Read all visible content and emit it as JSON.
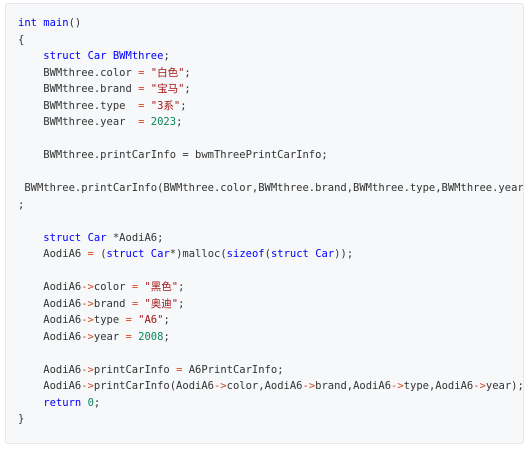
{
  "code": {
    "lines": [
      {
        "tokens": [
          {
            "t": "int",
            "c": "kw"
          },
          {
            "t": " ",
            "c": ""
          },
          {
            "t": "main",
            "c": "kw"
          },
          {
            "t": "()",
            "c": ""
          }
        ]
      },
      {
        "tokens": [
          {
            "t": "{",
            "c": ""
          }
        ]
      },
      {
        "tokens": [
          {
            "t": "    ",
            "c": ""
          },
          {
            "t": "struct",
            "c": "kw"
          },
          {
            "t": " ",
            "c": ""
          },
          {
            "t": "Car",
            "c": "kw"
          },
          {
            "t": " ",
            "c": ""
          },
          {
            "t": "BWMthree",
            "c": "kw"
          },
          {
            "t": ";",
            "c": ""
          }
        ]
      },
      {
        "tokens": [
          {
            "t": "    BWMthree.color ",
            "c": ""
          },
          {
            "t": "=",
            "c": "op"
          },
          {
            "t": " ",
            "c": ""
          },
          {
            "t": "\"白色\"",
            "c": "str"
          },
          {
            "t": ";",
            "c": ""
          }
        ]
      },
      {
        "tokens": [
          {
            "t": "    BWMthree.brand ",
            "c": ""
          },
          {
            "t": "=",
            "c": "op"
          },
          {
            "t": " ",
            "c": ""
          },
          {
            "t": "\"宝马\"",
            "c": "str"
          },
          {
            "t": ";",
            "c": ""
          }
        ]
      },
      {
        "tokens": [
          {
            "t": "    BWMthree.type  ",
            "c": ""
          },
          {
            "t": "=",
            "c": "op"
          },
          {
            "t": " ",
            "c": ""
          },
          {
            "t": "\"3系\"",
            "c": "str"
          },
          {
            "t": ";",
            "c": ""
          }
        ]
      },
      {
        "tokens": [
          {
            "t": "    BWMthree.year  ",
            "c": ""
          },
          {
            "t": "=",
            "c": "op"
          },
          {
            "t": " ",
            "c": ""
          },
          {
            "t": "2023",
            "c": "num"
          },
          {
            "t": ";",
            "c": ""
          }
        ]
      },
      {
        "tokens": []
      },
      {
        "tokens": [
          {
            "t": "    BWMthree.printCarInfo = bwmThreePrintCarInfo;",
            "c": ""
          }
        ]
      },
      {
        "tokens": []
      },
      {
        "tokens": [
          {
            "t": " BWMthree.printCarInfo(BWMthree.color,BWMthree.brand,BWMthree.type,BWMthree.year)",
            "c": ""
          }
        ]
      },
      {
        "tokens": [
          {
            "t": ";",
            "c": ""
          }
        ]
      },
      {
        "tokens": []
      },
      {
        "tokens": [
          {
            "t": "    ",
            "c": ""
          },
          {
            "t": "struct",
            "c": "kw"
          },
          {
            "t": " ",
            "c": ""
          },
          {
            "t": "Car",
            "c": "kw"
          },
          {
            "t": " *AodiA6;",
            "c": ""
          }
        ]
      },
      {
        "tokens": [
          {
            "t": "    AodiA6 ",
            "c": ""
          },
          {
            "t": "=",
            "c": "op"
          },
          {
            "t": " (",
            "c": ""
          },
          {
            "t": "struct",
            "c": "kw"
          },
          {
            "t": " ",
            "c": ""
          },
          {
            "t": "Car",
            "c": "kw"
          },
          {
            "t": "*)malloc(",
            "c": ""
          },
          {
            "t": "sizeof",
            "c": "kw"
          },
          {
            "t": "(",
            "c": ""
          },
          {
            "t": "struct",
            "c": "kw"
          },
          {
            "t": " ",
            "c": ""
          },
          {
            "t": "Car",
            "c": "kw"
          },
          {
            "t": "));",
            "c": ""
          }
        ]
      },
      {
        "tokens": []
      },
      {
        "tokens": [
          {
            "t": "    AodiA6",
            "c": ""
          },
          {
            "t": "->",
            "c": "op"
          },
          {
            "t": "color ",
            "c": ""
          },
          {
            "t": "=",
            "c": "op"
          },
          {
            "t": " ",
            "c": ""
          },
          {
            "t": "\"黑色\"",
            "c": "str"
          },
          {
            "t": ";",
            "c": ""
          }
        ]
      },
      {
        "tokens": [
          {
            "t": "    AodiA6",
            "c": ""
          },
          {
            "t": "->",
            "c": "op"
          },
          {
            "t": "brand ",
            "c": ""
          },
          {
            "t": "=",
            "c": "op"
          },
          {
            "t": " ",
            "c": ""
          },
          {
            "t": "\"奥迪\"",
            "c": "str"
          },
          {
            "t": ";",
            "c": ""
          }
        ]
      },
      {
        "tokens": [
          {
            "t": "    AodiA6",
            "c": ""
          },
          {
            "t": "->",
            "c": "op"
          },
          {
            "t": "type ",
            "c": ""
          },
          {
            "t": "=",
            "c": "op"
          },
          {
            "t": " ",
            "c": ""
          },
          {
            "t": "\"A6\"",
            "c": "str"
          },
          {
            "t": ";",
            "c": ""
          }
        ]
      },
      {
        "tokens": [
          {
            "t": "    AodiA6",
            "c": ""
          },
          {
            "t": "->",
            "c": "op"
          },
          {
            "t": "year ",
            "c": ""
          },
          {
            "t": "=",
            "c": "op"
          },
          {
            "t": " ",
            "c": ""
          },
          {
            "t": "2008",
            "c": "num"
          },
          {
            "t": ";",
            "c": ""
          }
        ]
      },
      {
        "tokens": []
      },
      {
        "tokens": [
          {
            "t": "    AodiA6",
            "c": ""
          },
          {
            "t": "->",
            "c": "op"
          },
          {
            "t": "printCarInfo ",
            "c": ""
          },
          {
            "t": "=",
            "c": "op"
          },
          {
            "t": " A6PrintCarInfo;",
            "c": ""
          }
        ]
      },
      {
        "tokens": [
          {
            "t": "    AodiA6",
            "c": ""
          },
          {
            "t": "->",
            "c": "op"
          },
          {
            "t": "printCarInfo(AodiA6",
            "c": ""
          },
          {
            "t": "->",
            "c": "op"
          },
          {
            "t": "color,AodiA6",
            "c": ""
          },
          {
            "t": "->",
            "c": "op"
          },
          {
            "t": "brand,AodiA6",
            "c": ""
          },
          {
            "t": "->",
            "c": "op"
          },
          {
            "t": "type,AodiA6",
            "c": ""
          },
          {
            "t": "->",
            "c": "op"
          },
          {
            "t": "year);",
            "c": ""
          }
        ]
      },
      {
        "tokens": [
          {
            "t": "    ",
            "c": ""
          },
          {
            "t": "return",
            "c": "kw"
          },
          {
            "t": " ",
            "c": ""
          },
          {
            "t": "0",
            "c": "num"
          },
          {
            "t": ";",
            "c": ""
          }
        ]
      },
      {
        "tokens": [
          {
            "t": "}",
            "c": ""
          }
        ]
      }
    ]
  },
  "colors": {
    "background": "#f6f8fa",
    "border": "#e5e8ec",
    "text": "#333333",
    "keyword": "#0000ff",
    "string": "#a31515",
    "number": "#098658",
    "operator": "#d14a1f"
  }
}
